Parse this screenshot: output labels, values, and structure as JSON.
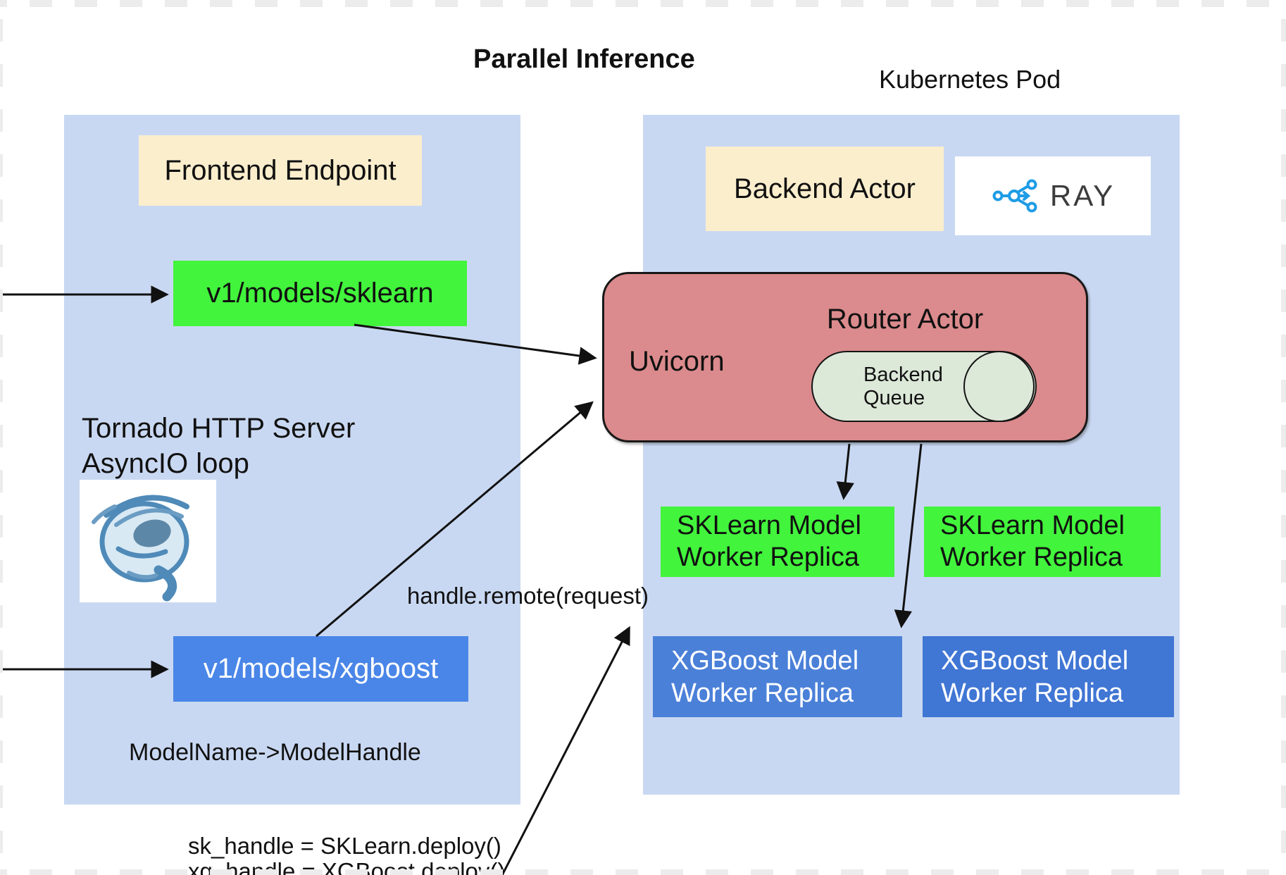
{
  "title": "Parallel Inference",
  "kubernetes_label": "Kubernetes Pod",
  "frontend": {
    "header": "Frontend Endpoint",
    "sklearn_route": "v1/models/sklearn",
    "xgboost_route": "v1/models/xgboost",
    "tornado_line1": "Tornado HTTP Server",
    "tornado_line2": "AsyncIO loop",
    "mapping_note": "ModelName->ModelHandle"
  },
  "backend": {
    "header": "Backend Actor",
    "ray_label": "RAY",
    "router": {
      "title": "Router Actor",
      "server": "Uvicorn",
      "queue_line1": "Backend",
      "queue_line2": "Queue"
    },
    "workers": [
      {
        "line1": "SKLearn Model",
        "line2": "Worker Replica",
        "color": "#42f43c",
        "text_color": "#111111"
      },
      {
        "line1": "SKLearn Model",
        "line2": "Worker Replica",
        "color": "#42f43c",
        "text_color": "#111111"
      },
      {
        "line1": "XGBoost Model",
        "line2": "Worker Replica",
        "color": "#4a80d8",
        "text_color": "#ffffff"
      },
      {
        "line1": "XGBoost Model",
        "line2": "Worker Replica",
        "color": "#4076d4",
        "text_color": "#ffffff"
      }
    ]
  },
  "annotations": {
    "handle_remote": "handle.remote(request)",
    "deploy_line1": "sk_handle = SKLearn.deploy()",
    "deploy_line2": "xg_handle = XGBoost.deploy()"
  },
  "colors": {
    "panel_blue": "#c9d8f2",
    "cream": "#fbeecd",
    "route_green": "#42f43c",
    "route_blue": "#4a86e8",
    "router_pink": "#db8b8d",
    "queue_green": "#dce8d8",
    "ray_blue": "#1e9ce6",
    "ray_text": "#3c3c3c",
    "line_black": "#111111"
  },
  "icons": {
    "tornado": "tornado-icon",
    "ray": "ray-network-icon"
  }
}
